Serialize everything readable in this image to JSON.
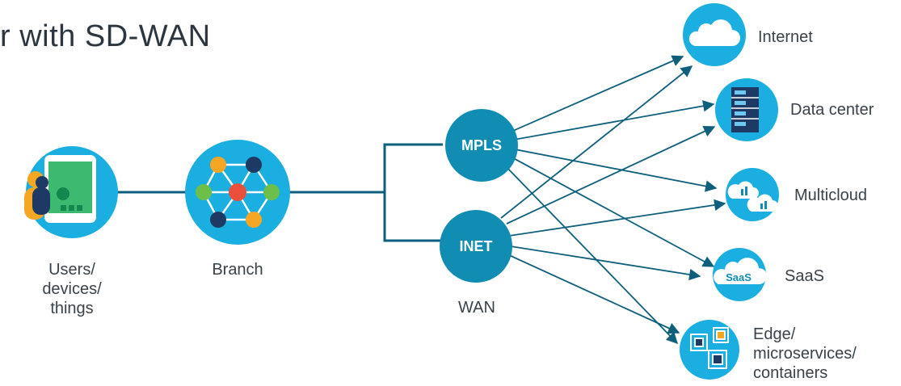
{
  "title": "r with SD-WAN",
  "nodes": {
    "users": "Users/\ndevices/\nthings",
    "branch": "Branch",
    "mpls": "MPLS",
    "inet": "INET",
    "wan": "WAN"
  },
  "destinations": {
    "internet": "Internet",
    "datacenter": "Data center",
    "multicloud": "Multicloud",
    "saas": "SaaS",
    "saas_badge": "SaaS",
    "edge": "Edge/\nmicroservices/\ncontainers"
  },
  "colors": {
    "circle": "#1BAEE1",
    "dark_circle": "#118DB3",
    "line": "#0D5F7C",
    "arrow": "#0D5F7C"
  }
}
